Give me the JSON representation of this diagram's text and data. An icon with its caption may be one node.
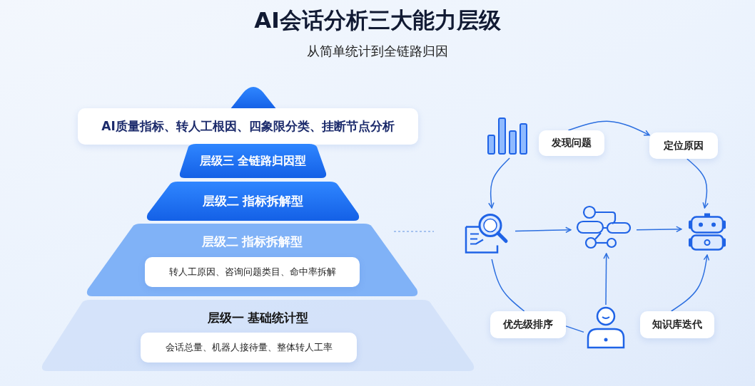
{
  "diagram": {
    "title": "AI会话分析三大能力层级",
    "nodes": [
      {
        "text": [
          "AI质量指标、转人工根因、四象限分类、挂断节点分析"
        ]
      },
      {
        "text": [
          "层级三 全链路归因型"
        ]
      },
      {
        "text": [
          "层级二 指标拆解型"
        ]
      },
      {
        "text": [
          "层级二 指标拆解型"
        ]
      },
      {
        "text": [
          "转人工原因、咨询问题类目、命中率拆解"
        ],
        "in": 3
      },
      {
        "text": [
          "层级一 基础统计型"
        ]
      },
      {
        "text": [
          "会话总量、机器人接待量、整体转人工率"
        ],
        "in": 5
      },
      {
        "text": [],
        "shape": "picture"
      },
      {
        "text": [
          "发现问题"
        ]
      },
      {
        "text": [
          "定位原因"
        ]
      },
      {
        "text": [],
        "shape": "picture"
      },
      {
        "text": [],
        "shape": "picture"
      },
      {
        "text": [],
        "shape": "picture"
      },
      {
        "text": [
          "优先级排序"
        ]
      },
      {
        "text": [],
        "shape": "person"
      },
      {
        "text": [
          "知识库迭代"
        ]
      }
    ],
    "edges": [
      {
        "from": 7,
        "to": 10,
        "arrow": "to"
      },
      {
        "from": 8,
        "to": 9,
        "arrow": "to"
      },
      {
        "from": 9,
        "to": 12,
        "arrow": "to"
      },
      {
        "from": 10,
        "to": 11,
        "arrow": "to"
      },
      {
        "from": 11,
        "to": 12,
        "arrow": "to"
      },
      {
        "from": 14,
        "to": 11,
        "arrow": "to"
      },
      {
        "from": 15,
        "to": 12,
        "arrow": "to"
      },
      {
        "from": 13,
        "to": 10,
        "arrow": "none"
      },
      {
        "from": 13,
        "to": 14,
        "arrow": "none"
      }
    ],
    "labels": [
      "从简单统计到全链路归因"
    ]
  }
}
